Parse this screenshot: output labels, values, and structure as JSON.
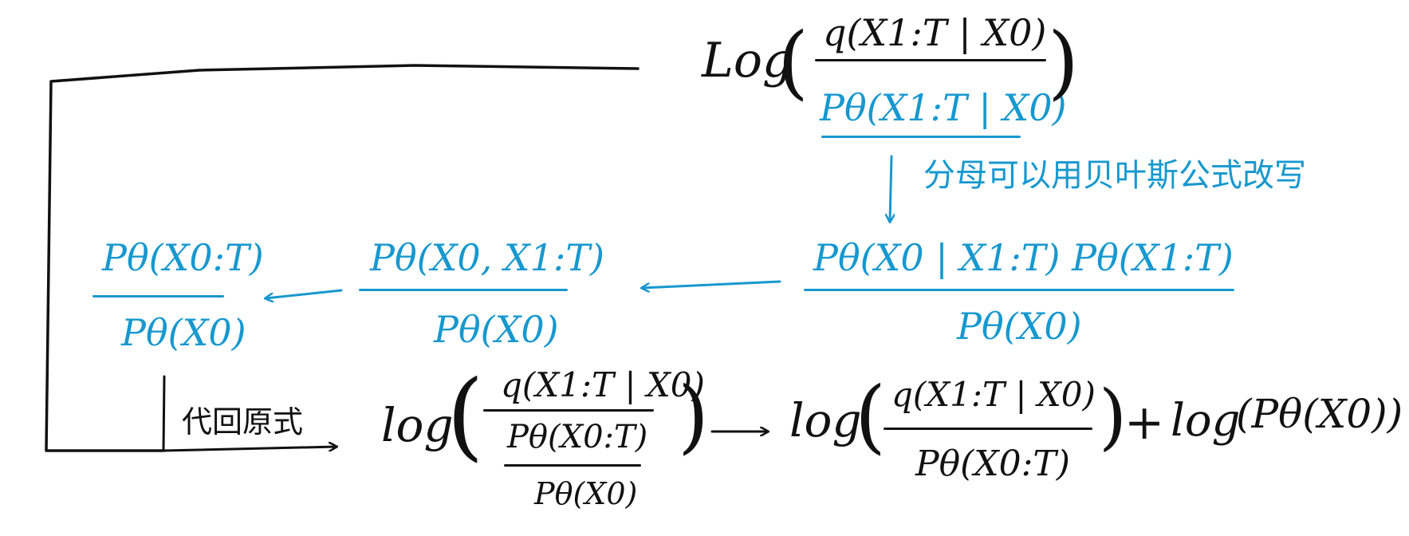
{
  "colors": {
    "ink": "#111111",
    "accent": "#1798cf",
    "background": "#ffffff"
  },
  "top": {
    "log": "Log",
    "open_paren": "(",
    "numerator": "q(X1:T | X0)",
    "denominator": "Pθ(X1:T | X0)",
    "close_paren": ")"
  },
  "note": {
    "text": "分母可以用贝叶斯公式改写"
  },
  "bayes": {
    "numerator": "Pθ(X0 | X1:T) Pθ(X1:T)",
    "denominator": "Pθ(X0)"
  },
  "joint": {
    "numerator": "Pθ(X0, X1:T)",
    "denominator": "Pθ(X0)"
  },
  "joint_full": {
    "numerator": "Pθ(X0:T)",
    "denominator": "Pθ(X0)"
  },
  "substitute": {
    "label": "代回原式"
  },
  "bottom_left": {
    "log": "log",
    "open_paren": "(",
    "numerator": "q(X1:T | X0)",
    "inner_numerator": "Pθ(X0:T)",
    "inner_denominator": "Pθ(X0)",
    "close_paren": ")"
  },
  "bottom_right": {
    "log": "log",
    "open_paren": "(",
    "numerator": "q(X1:T | X0)",
    "denominator": "Pθ(X0:T)",
    "close_paren": ")",
    "plus": "+",
    "log2": "log",
    "term": "(Pθ(X0))"
  }
}
